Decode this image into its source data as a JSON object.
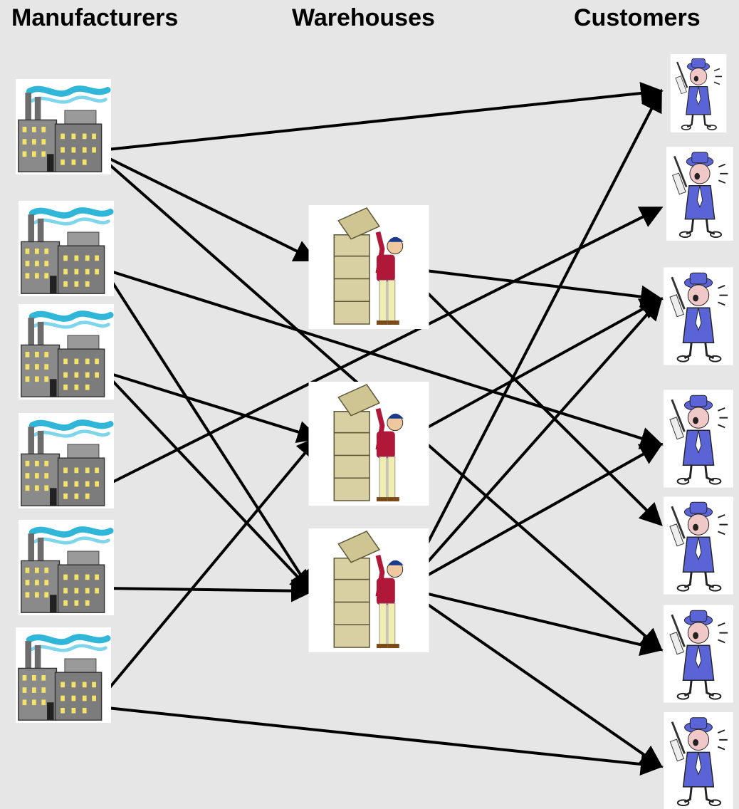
{
  "headings": {
    "manufacturers": "Manufacturers",
    "warehouses": "Warehouses",
    "customers": "Customers"
  },
  "icons": {
    "manufacturer": "factory-icon",
    "warehouse": "warehouse-worker-icon",
    "customer": "customer-phone-icon"
  },
  "colors": {
    "background": "#e6e6e6",
    "arrow": "#000000",
    "factory_wall": "#8a8a8a",
    "factory_window": "#f3e36a",
    "smoke": "#2fb6d9",
    "box": "#d8cfa2",
    "worker_shirt": "#b0183a",
    "worker_pants": "#f1ecb0",
    "customer_suit": "#5a64d6"
  },
  "diagram": {
    "manufacturers": [
      "M1",
      "M2",
      "M3",
      "M4",
      "M5",
      "M6"
    ],
    "warehouses": [
      "W1",
      "W2",
      "W3"
    ],
    "customers": [
      "C1",
      "C2",
      "C3",
      "C4",
      "C5",
      "C6",
      "C7"
    ],
    "edges": [
      [
        "M1",
        "C1"
      ],
      [
        "M1",
        "W1"
      ],
      [
        "M1",
        "C6"
      ],
      [
        "M2",
        "C4"
      ],
      [
        "M2",
        "W3"
      ],
      [
        "M3",
        "W2"
      ],
      [
        "M3",
        "W3"
      ],
      [
        "M4",
        "C2"
      ],
      [
        "M5",
        "W3"
      ],
      [
        "M6",
        "W2"
      ],
      [
        "M6",
        "C7"
      ],
      [
        "W1",
        "C3"
      ],
      [
        "W1",
        "C5"
      ],
      [
        "W2",
        "C3"
      ],
      [
        "W3",
        "C1"
      ],
      [
        "W3",
        "C3"
      ],
      [
        "W3",
        "C4"
      ],
      [
        "W3",
        "C6"
      ],
      [
        "W3",
        "C7"
      ]
    ]
  }
}
